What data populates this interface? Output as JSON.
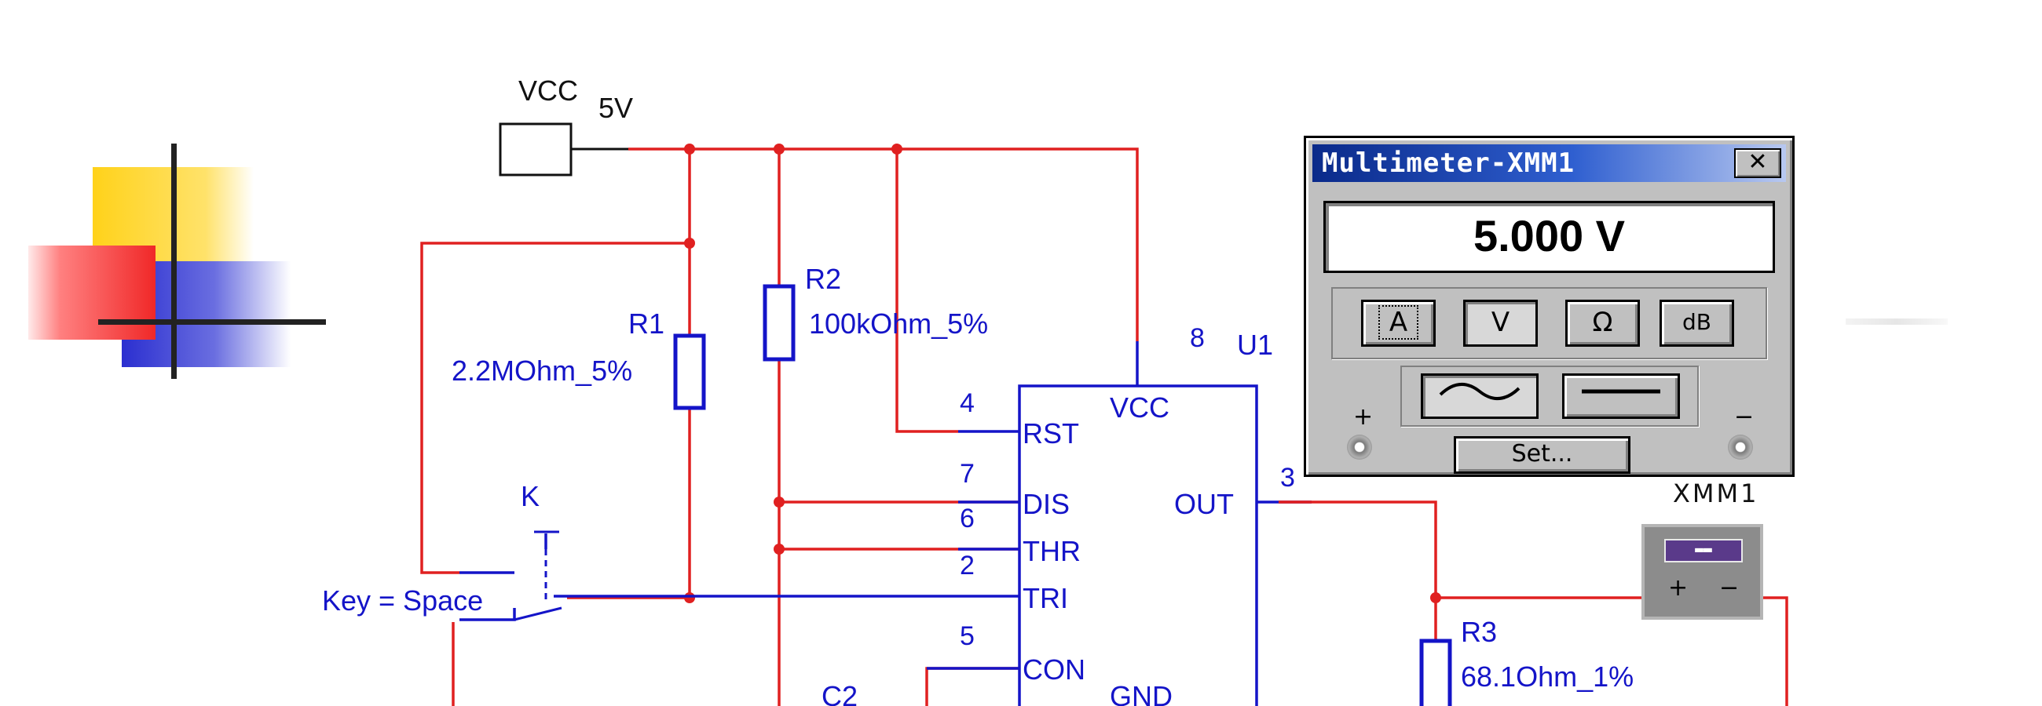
{
  "schematic": {
    "vcc_source": {
      "name": "VCC",
      "value": "5V"
    },
    "r1": {
      "ref": "R1",
      "value": "2.2MOhm_5%"
    },
    "r2": {
      "ref": "R2",
      "value": "100kOhm_5%"
    },
    "r3": {
      "ref": "R3",
      "value": "68.1Ohm_1%"
    },
    "switch": {
      "ref": "K",
      "key_label": "Key = Space"
    },
    "capacitor": {
      "ref": "C2"
    },
    "ic": {
      "ref": "U1",
      "pins": [
        {
          "number": "8",
          "name": "VCC"
        },
        {
          "number": "4",
          "name": "RST"
        },
        {
          "number": "7",
          "name": "DIS"
        },
        {
          "number": "6",
          "name": "THR"
        },
        {
          "number": "2",
          "name": "TRI"
        },
        {
          "number": "5",
          "name": "CON"
        },
        {
          "number": "3",
          "name": "OUT"
        },
        {
          "number": "",
          "name": "GND"
        }
      ]
    },
    "wire_colors": {
      "supply": "#e02020",
      "signal": "#1414c8"
    }
  },
  "multimeter": {
    "title": "Multimeter-XMM1",
    "close_label": "✕",
    "reading": "5.000  V",
    "modes": [
      {
        "label": "A",
        "active": false
      },
      {
        "label": "V",
        "active": true
      },
      {
        "label": "Ω",
        "active": false
      },
      {
        "label": "dB",
        "active": false
      }
    ],
    "set_label": "Set...",
    "plus_sign": "+",
    "minus_sign": "−",
    "caption": "XMM1",
    "icon_plus": "+",
    "icon_minus": "−"
  },
  "decor": {
    "colors": {
      "yellow": "#ffd21a",
      "red": "#f03030",
      "blue": "#2b2fd0",
      "cross": "#222222"
    }
  }
}
